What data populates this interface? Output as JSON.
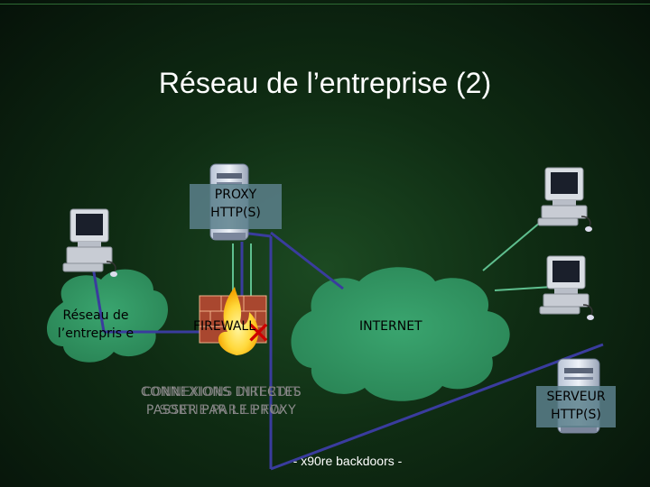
{
  "title": "Réseau de l’entreprise (2)",
  "proxy": {
    "label_line1": "PROXY",
    "label_line2": "HTTP(S)"
  },
  "client_cloud": {
    "label": "Réseau de l’entrepris e"
  },
  "firewall": {
    "label": "FIREWALL",
    "blocked_mark": "✕"
  },
  "internet": {
    "label": "INTERNET"
  },
  "overlapping_texts": {
    "text_a_line1": "CONNEXIONS DIRECTES",
    "text_a_line2": "PASSER PAR LE PROXY",
    "text_b_line1": "CONNEXIONS INTERDIT",
    "text_b_line2": "SORTIE PAR LE FW"
  },
  "server": {
    "label_line1": "SERVEUR",
    "label_line2": "HTTP(S)"
  },
  "footer": "- x90re backdoors -",
  "colors": {
    "cloud": "#2f8f5f",
    "link_blue": "#3a3c9e",
    "link_green": "#5fbf8f",
    "cross": "#cc0000",
    "label_box": "#5c808c"
  }
}
